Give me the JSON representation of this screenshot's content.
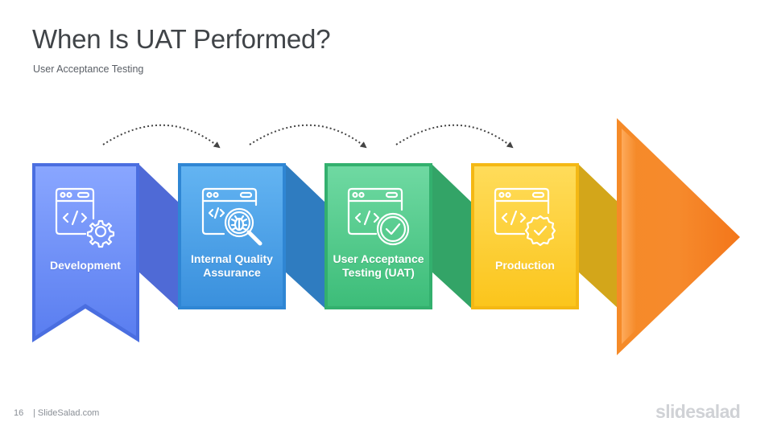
{
  "title": "When Is UAT Performed?",
  "subtitle": "User Acceptance Testing",
  "steps": [
    {
      "label": "Development",
      "icon": "code-window-gear-icon",
      "color": "#5b7ff0"
    },
    {
      "label": "Internal Quality\nAssurance",
      "icon": "code-window-bug-search-icon",
      "color": "#3f95df"
    },
    {
      "label": "User Acceptance\nTesting (UAT)",
      "icon": "code-window-checkmark-icon",
      "color": "#3ebf7c"
    },
    {
      "label": "Production",
      "icon": "code-window-badge-check-icon",
      "color": "#fbc51c"
    }
  ],
  "arrow_color": "#f27d1c",
  "footer": {
    "page_number": "16",
    "brand": "| SlideSalad.com"
  },
  "logo": "slidesalad"
}
